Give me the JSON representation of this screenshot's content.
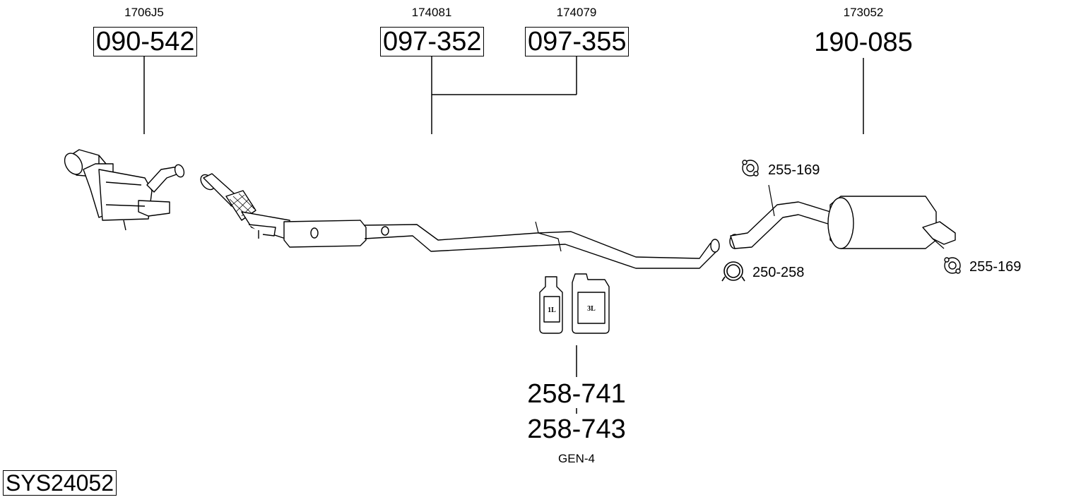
{
  "parts": [
    {
      "ref": "1706J5",
      "part_no": "090-542",
      "boxed": true
    },
    {
      "ref": "174081",
      "part_no": "097-352",
      "boxed": true
    },
    {
      "ref": "174079",
      "part_no": "097-355",
      "boxed": true
    },
    {
      "ref": "173052",
      "part_no": "190-085",
      "boxed": false
    }
  ],
  "accessories": {
    "hanger_top": "255-169",
    "hanger_rear": "255-169",
    "clamp": "250-258"
  },
  "fluids": {
    "part_no_1": "258-741",
    "part_no_2": "258-743",
    "ref": "GEN-4",
    "bottle_label": "1L",
    "can_label": "3L"
  },
  "system_id": "SYS24052"
}
